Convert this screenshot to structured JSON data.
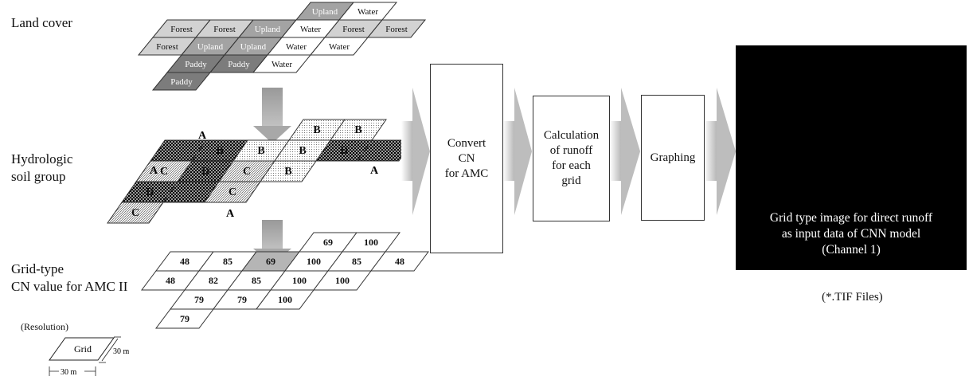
{
  "labels": {
    "land_cover": "Land cover",
    "hydro_line1": "Hydrologic",
    "hydro_line2": "soil group",
    "cn_line1": "Grid-type",
    "cn_line2": "CN value for AMC II",
    "resolution": "(Resolution)",
    "grid": "Grid",
    "dim_vertical": "30 m",
    "dim_horizontal": "30 m"
  },
  "land_cover_cells": [
    {
      "row": 0,
      "col": 3,
      "text": "Upland",
      "color": "#a3a3a3"
    },
    {
      "row": 0,
      "col": 4,
      "text": "Water",
      "color": "#ffffff"
    },
    {
      "row": 1,
      "col": 0,
      "text": "Forest",
      "color": "#d2d2d2"
    },
    {
      "row": 1,
      "col": 1,
      "text": "Forest",
      "color": "#d2d2d2"
    },
    {
      "row": 1,
      "col": 2,
      "text": "Upland",
      "color": "#a3a3a3"
    },
    {
      "row": 1,
      "col": 3,
      "text": "Water",
      "color": "#ffffff"
    },
    {
      "row": 1,
      "col": 4,
      "text": "Forest",
      "color": "#d2d2d2"
    },
    {
      "row": 1,
      "col": 5,
      "text": "Forest",
      "color": "#d2d2d2"
    },
    {
      "row": 2,
      "col": 0,
      "text": "Forest",
      "color": "#d2d2d2"
    },
    {
      "row": 2,
      "col": 1,
      "text": "Upland",
      "color": "#a3a3a3"
    },
    {
      "row": 2,
      "col": 2,
      "text": "Upland",
      "color": "#a3a3a3"
    },
    {
      "row": 2,
      "col": 3,
      "text": "Water",
      "color": "#ffffff"
    },
    {
      "row": 2,
      "col": 4,
      "text": "Water",
      "color": "#ffffff"
    },
    {
      "row": 3,
      "col": 1,
      "text": "Paddy",
      "color": "#7c7c7c"
    },
    {
      "row": 3,
      "col": 2,
      "text": "Paddy",
      "color": "#7c7c7c"
    },
    {
      "row": 3,
      "col": 3,
      "text": "Water",
      "color": "#ffffff"
    },
    {
      "row": 4,
      "col": 1,
      "text": "Paddy",
      "color": "#7c7c7c"
    }
  ],
  "soil_cells": [
    {
      "row": 0,
      "col": 3,
      "text": "B",
      "pattern": "dots"
    },
    {
      "row": 0,
      "col": 4,
      "text": "B",
      "pattern": "dots"
    },
    {
      "row": 1,
      "col": 0,
      "text": "",
      "pattern": "cross"
    },
    {
      "row": 1,
      "col": 1,
      "text": "B",
      "pattern": "cross"
    },
    {
      "row": 1,
      "col": 2,
      "text": "B",
      "pattern": "dots"
    },
    {
      "row": 1,
      "col": 3,
      "text": "B",
      "pattern": "dots"
    },
    {
      "row": 1,
      "col": 4,
      "text": "D",
      "pattern": "cross"
    },
    {
      "row": 1,
      "col": 5,
      "text": "",
      "pattern": "cross"
    },
    {
      "row": 2,
      "col": 0,
      "text": "C",
      "pattern": "fine"
    },
    {
      "row": 2,
      "col": 1,
      "text": "D",
      "pattern": "cross"
    },
    {
      "row": 2,
      "col": 2,
      "text": "C",
      "pattern": "fine"
    },
    {
      "row": 2,
      "col": 3,
      "text": "B",
      "pattern": "dots"
    },
    {
      "row": 3,
      "col": 0,
      "text": "D",
      "pattern": "cross"
    },
    {
      "row": 3,
      "col": 1,
      "text": "",
      "pattern": "cross"
    },
    {
      "row": 3,
      "col": 2,
      "text": "C",
      "pattern": "fine"
    },
    {
      "row": 4,
      "col": 0,
      "text": "C",
      "pattern": "fine"
    }
  ],
  "soil_outer_labels": [
    "A",
    "A",
    "A",
    "A"
  ],
  "cn_cells": [
    {
      "row": 0,
      "col": 3,
      "text": "69",
      "gray": false
    },
    {
      "row": 0,
      "col": 4,
      "text": "100",
      "gray": false
    },
    {
      "row": 1,
      "col": 0,
      "text": "48",
      "gray": false
    },
    {
      "row": 1,
      "col": 1,
      "text": "85",
      "gray": false
    },
    {
      "row": 1,
      "col": 2,
      "text": "69",
      "gray": true
    },
    {
      "row": 1,
      "col": 3,
      "text": "100",
      "gray": false
    },
    {
      "row": 1,
      "col": 4,
      "text": "85",
      "gray": false
    },
    {
      "row": 1,
      "col": 5,
      "text": "48",
      "gray": false
    },
    {
      "row": 2,
      "col": 0,
      "text": "48",
      "gray": false
    },
    {
      "row": 2,
      "col": 1,
      "text": "82",
      "gray": false
    },
    {
      "row": 2,
      "col": 2,
      "text": "85",
      "gray": false
    },
    {
      "row": 2,
      "col": 3,
      "text": "100",
      "gray": false
    },
    {
      "row": 2,
      "col": 4,
      "text": "100",
      "gray": false
    },
    {
      "row": 3,
      "col": 1,
      "text": "79",
      "gray": false
    },
    {
      "row": 3,
      "col": 2,
      "text": "79",
      "gray": false
    },
    {
      "row": 3,
      "col": 3,
      "text": "100",
      "gray": false
    },
    {
      "row": 4,
      "col": 1,
      "text": "79",
      "gray": false
    }
  ],
  "steps": [
    {
      "lines": [
        "Convert",
        "CN",
        "for AMC"
      ]
    },
    {
      "lines": [
        "Calculation",
        "of runoff",
        "for each",
        "grid"
      ]
    },
    {
      "lines": [
        "Graphing"
      ]
    }
  ],
  "output_grid": [
    {
      "row": 0,
      "col": 2,
      "color": "#a8a8a8"
    },
    {
      "row": 0,
      "col": 3,
      "color": "#ffffff"
    },
    {
      "row": 1,
      "col": 0,
      "color": "#d6d6d6"
    },
    {
      "row": 1,
      "col": 1,
      "color": "#d6d6d6"
    },
    {
      "row": 1,
      "col": 2,
      "color": "#a8a8a8"
    },
    {
      "row": 1,
      "col": 3,
      "color": "#ffffff"
    },
    {
      "row": 1,
      "col": 4,
      "color": "#d6d6d6"
    },
    {
      "row": 1,
      "col": 5,
      "color": "#d6d6d6"
    },
    {
      "row": 2,
      "col": 0,
      "color": "#d6d6d6"
    },
    {
      "row": 2,
      "col": 1,
      "color": "#a8a8a8"
    },
    {
      "row": 2,
      "col": 2,
      "color": "#a8a8a8"
    },
    {
      "row": 2,
      "col": 3,
      "color": "#ffffff"
    },
    {
      "row": 2,
      "col": 4,
      "color": "#ffffff"
    },
    {
      "row": 3,
      "col": 1,
      "color": "#7a7a7a"
    },
    {
      "row": 3,
      "col": 2,
      "color": "#7a7a7a"
    },
    {
      "row": 3,
      "col": 3,
      "color": "#ffffff"
    },
    {
      "row": 4,
      "col": 1,
      "color": "#7a7a7a"
    }
  ],
  "output": {
    "caption_line1": "Grid type image for direct runoff",
    "caption_line2": "as input data of CNN model",
    "caption_line3": "(Channel 1)",
    "files": "(*.TIF Files)"
  }
}
